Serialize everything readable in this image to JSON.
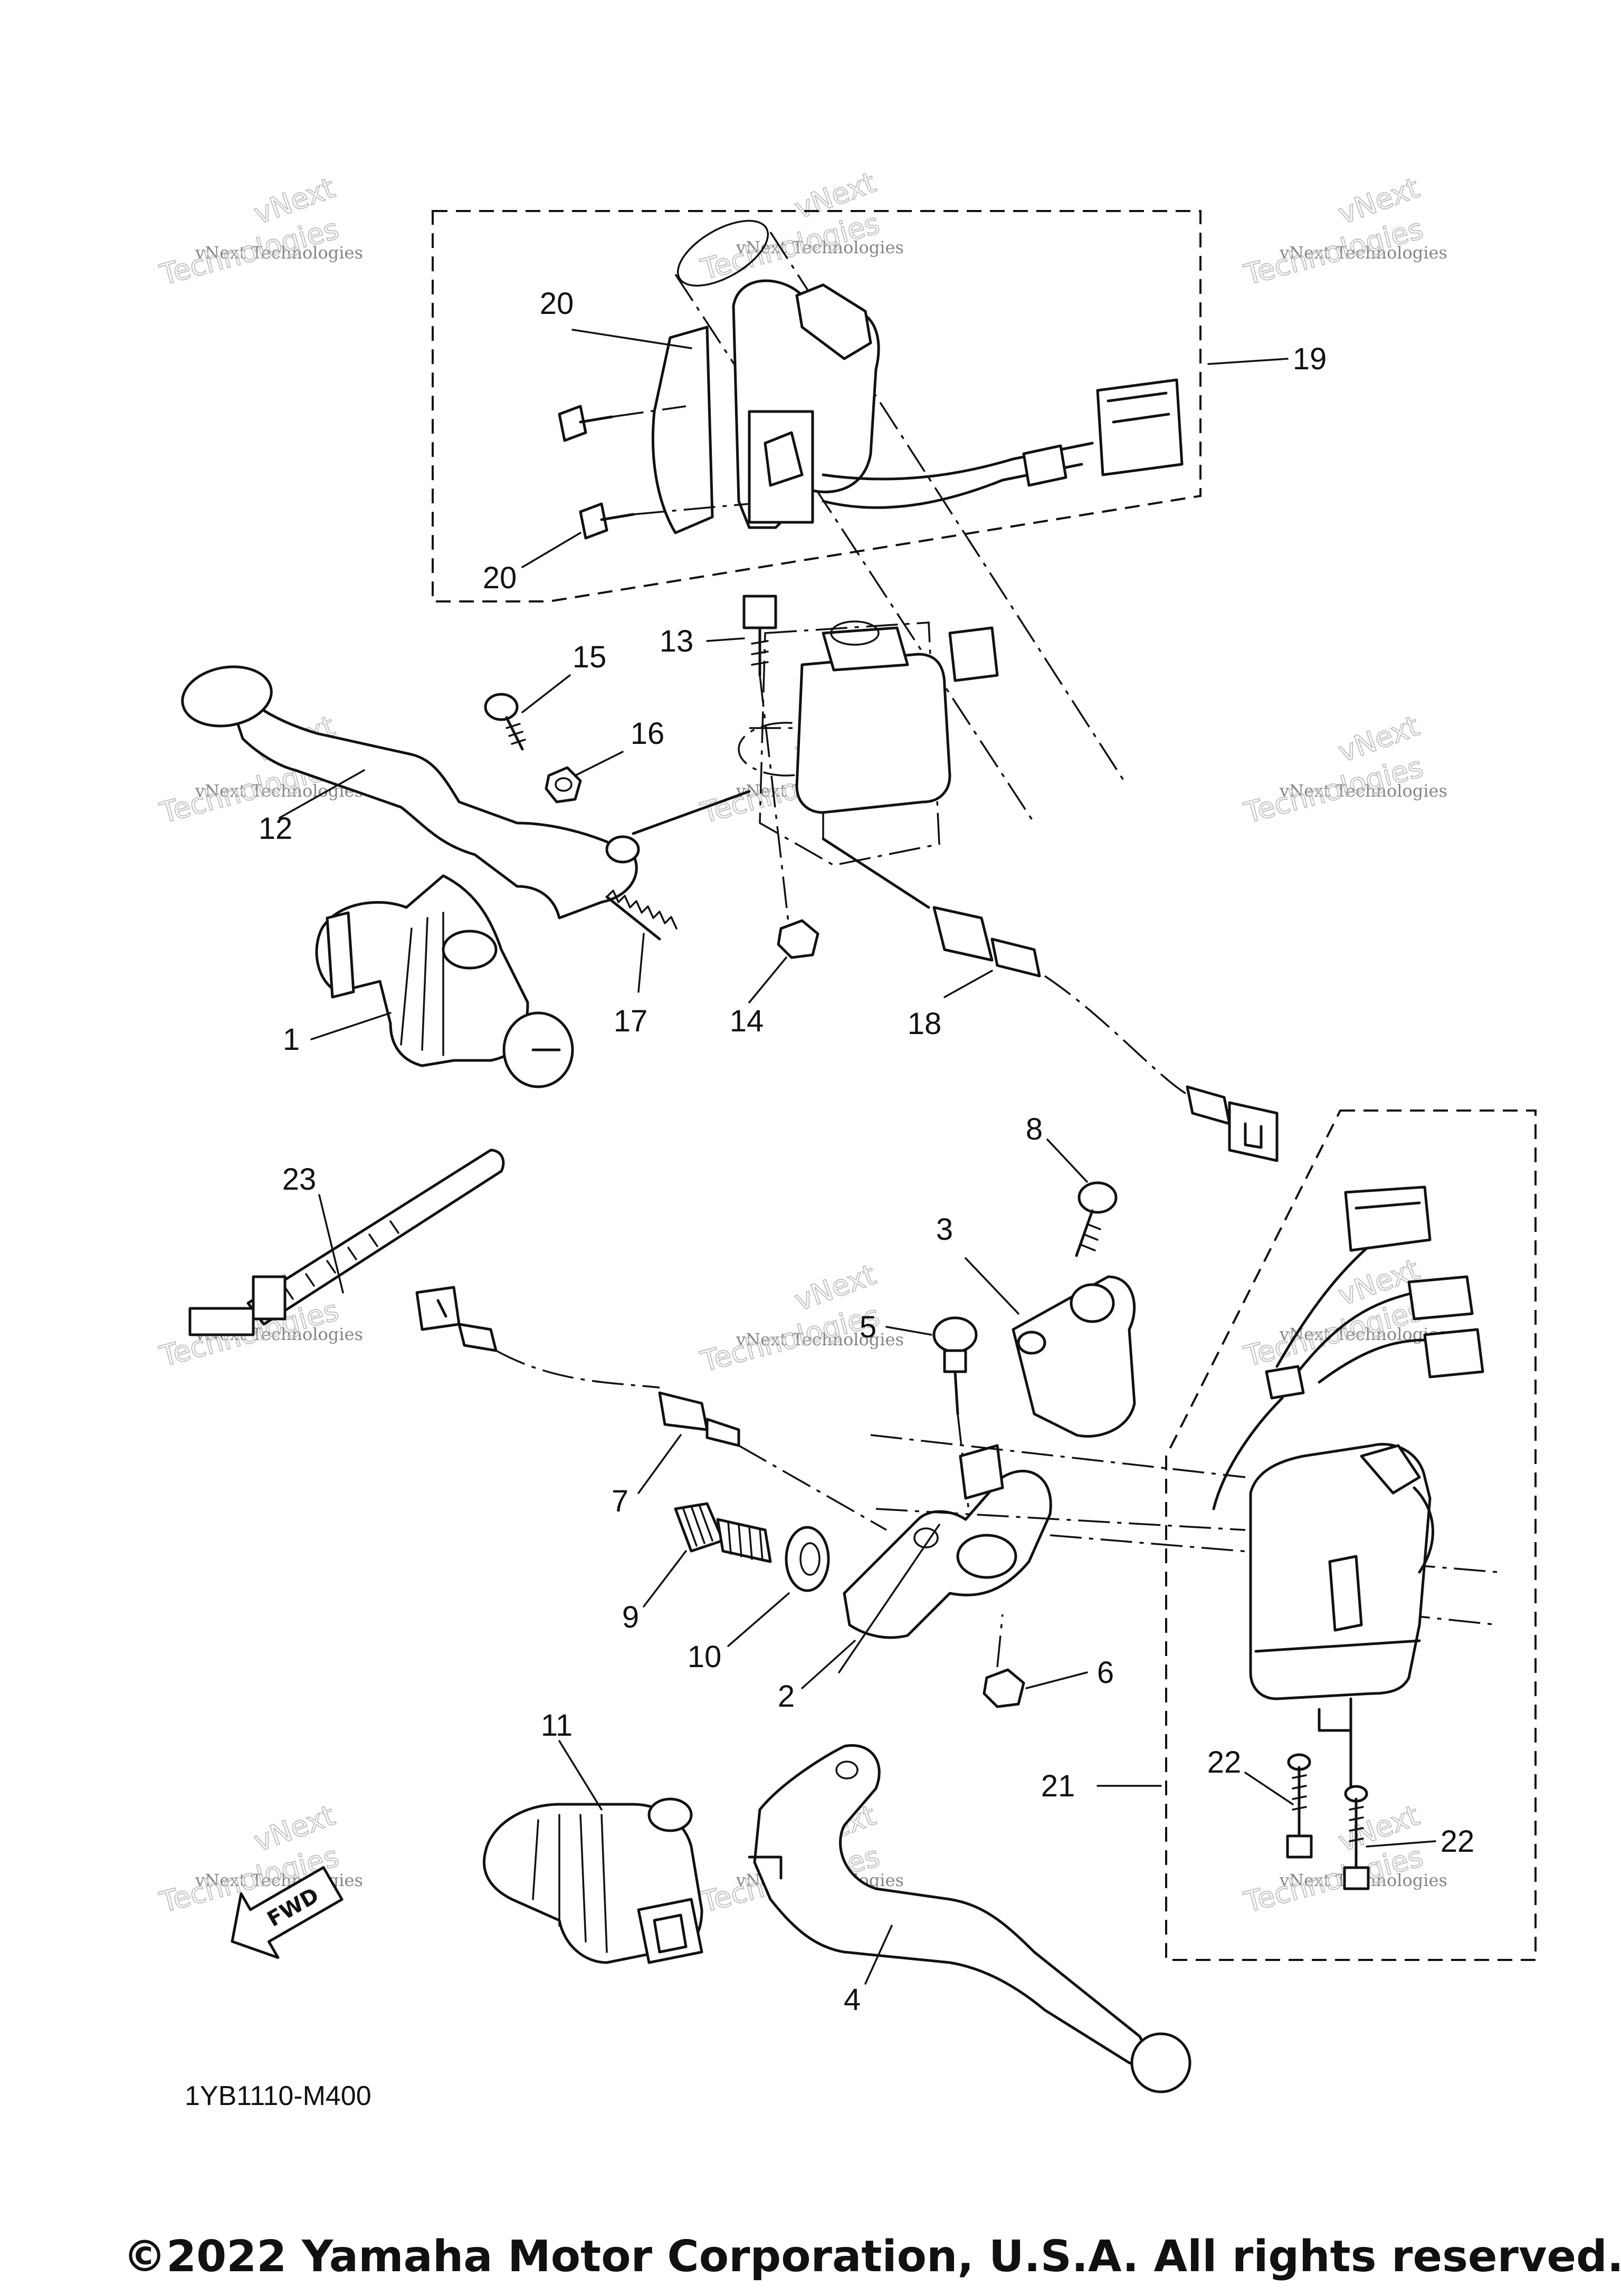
{
  "diagram_code": "1YB1110-M400",
  "copyright": "©2022 Yamaha Motor Corporation, U.S.A. All rights reserved.",
  "watermark": {
    "line1": "vNext Technologies",
    "line2": "vNext",
    "line3": "Technologies"
  },
  "fwd_label": "FWD",
  "callouts": [
    "1",
    "2",
    "3",
    "4",
    "5",
    "6",
    "7",
    "8",
    "9",
    "10",
    "11",
    "12",
    "13",
    "14",
    "15",
    "16",
    "17",
    "18",
    "19",
    "20",
    "20",
    "21",
    "22",
    "22",
    "23"
  ]
}
